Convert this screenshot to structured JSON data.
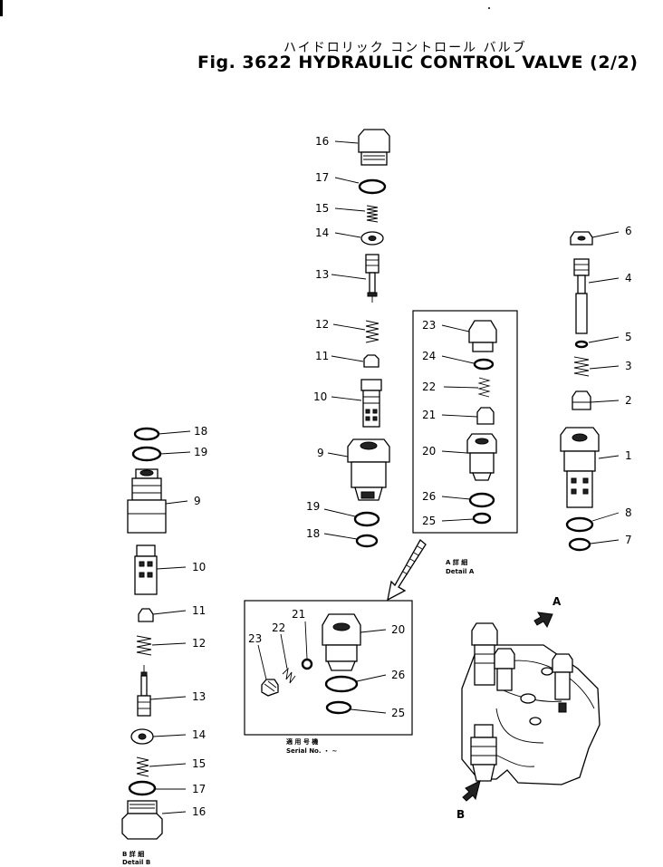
{
  "title": {
    "japanese": "ハイドロリック コントロール バルブ",
    "english": "Fig. 3622 HYDRAULIC CONTROL VALVE (2/2)"
  },
  "callouts": {
    "c16a": "16",
    "c17a": "17",
    "c15a": "15",
    "c14a": "14",
    "c13a": "13",
    "c12a": "12",
    "c11a": "11",
    "c10a": "10",
    "c9a": "9",
    "c19a": "19",
    "c18a": "18",
    "c23a": "23",
    "c24a": "24",
    "c22a": "22",
    "c21a": "21",
    "c20a": "20",
    "c26a": "26",
    "c25a": "25",
    "c6": "6",
    "c4": "4",
    "c5": "5",
    "c3": "3",
    "c2": "2",
    "c1": "1",
    "c8": "8",
    "c7": "7",
    "c18b": "18",
    "c19b": "19",
    "c9b": "9",
    "c10b": "10",
    "c11b": "11",
    "c12b": "12",
    "c13b": "13",
    "c14b": "14",
    "c15b": "15",
    "c17b": "17",
    "c16b": "16",
    "c21c": "21",
    "c22c": "22",
    "c23c": "23",
    "c20c": "20",
    "c26c": "26",
    "c25c": "25"
  },
  "labels": {
    "detail_a_jp": "A 詳 細",
    "detail_a_en": "Detail A",
    "detail_b_jp": "B 詳 細",
    "detail_b_en": "Detail B",
    "serial_jp": "適 用 号 機",
    "serial_en": "Serial No.    ・ ~",
    "arrow_a": "A",
    "arrow_b": "B"
  }
}
